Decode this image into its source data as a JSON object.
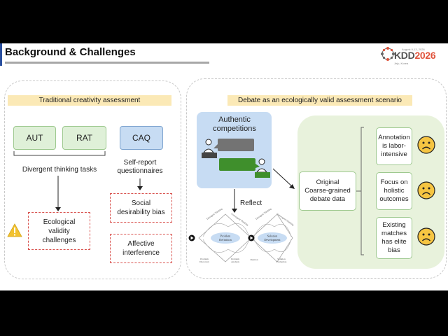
{
  "slide": {
    "title": "Background & Challenges",
    "logo": {
      "brand_prefix": "KDD",
      "brand_year": "2026",
      "small_top": "August 9-13, 2026",
      "small_bottom": "Jeju, Korea",
      "color_primary": "#555555",
      "color_accent": "#e0533b"
    }
  },
  "left_panel": {
    "header": "Traditional creativity assessment",
    "aut": "AUT",
    "rat": "RAT",
    "caq": "CAQ",
    "divergent": "Divergent thinking tasks",
    "self_report_line1": "Self-report",
    "self_report_line2": "questionnaires",
    "ecological": [
      "Ecological",
      "validity",
      "challenges"
    ],
    "social": [
      "Social",
      "desirability bias"
    ],
    "affective": [
      "Affective",
      "interference"
    ]
  },
  "right_panel": {
    "header": "Debate as an ecologically valid assessment scenario",
    "authentic_line1": "Authentic",
    "authentic_line2": "competitions",
    "reflect": "Reflect",
    "original": [
      "Original",
      "Coarse-grained",
      "debate data"
    ],
    "issues": [
      [
        "Annotation",
        "is labor-",
        "intensive"
      ],
      [
        "Focus on",
        "holistic",
        "outcomes"
      ],
      [
        "Existing",
        "matches",
        "has elite",
        "bias"
      ]
    ],
    "diagram": {
      "problem_definition": [
        "Problem",
        "Definition"
      ],
      "solution_development": [
        "Solution",
        "Development"
      ],
      "diverge1": "Divergent Thinking",
      "converge1": "Convergent Thinking",
      "diverge2": "Divergent Thinking",
      "converge2": "Convergent Thinking",
      "problem_discovery": [
        "Problem",
        "Discovery"
      ],
      "problem_analysis": [
        "Problem",
        "Analysis"
      ],
      "ideation": "Ideation",
      "solution_evaluation": [
        "Solution",
        "Evaluation"
      ]
    }
  },
  "colors": {
    "green_fill": "#dff0d8",
    "blue_fill": "#c7dcf3",
    "header_fill": "#fbe9b6",
    "right_green_area": "#e8f2dc",
    "warning": "#f2c230",
    "sad_face": "#f6c542",
    "red_dashed": "#d9534f"
  }
}
